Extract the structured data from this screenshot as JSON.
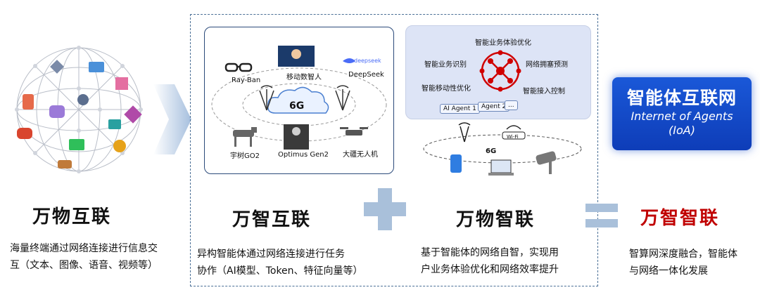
{
  "section1": {
    "title": "万物互联",
    "desc_line1": "海量终端通过网络连接进行信息交",
    "desc_line2": "互（文本、图像、语音、视频等）"
  },
  "section2": {
    "title": "万智互联",
    "desc_line1": "异构智能体通过网络连接进行任务",
    "desc_line2": "协作（AI模型、Token、特征向量等）",
    "panel": {
      "center_label": "6G",
      "items": [
        "Ray-Ban",
        "移动数智人",
        "deepseek",
        "DeepSeek",
        "宇树GO2",
        "Optimus Gen2",
        "大疆无人机"
      ]
    }
  },
  "section3": {
    "title": "万物智联",
    "desc_line1": "基于智能体的网络自智，实现用",
    "desc_line2": "户业务体验优化和网络效率提升",
    "panel": {
      "top": "智能业务体验优化",
      "left1": "智能业务识别",
      "left2": "智能移动性优化",
      "right1": "网络拥塞预测",
      "right2": "智能接入控制",
      "agent1": "AI Agent 1",
      "agent2": "Agent 2",
      "ellipsis": "..."
    },
    "network_label": "6G",
    "wifi_label": "Wi-Fi"
  },
  "result": {
    "title": "万智智联",
    "ioa_zh": "智能体互联网",
    "ioa_en1": "Internet of Agents",
    "ioa_en2": "(IoA)",
    "desc_line1": "智算网深度融合，智能体",
    "desc_line2": "与网络一体化发展"
  },
  "colors": {
    "accent_red": "#c00000",
    "ioa_blue": "#1a58d8",
    "operator_blue": "#a9c0da",
    "frame": "#4a6f96"
  }
}
